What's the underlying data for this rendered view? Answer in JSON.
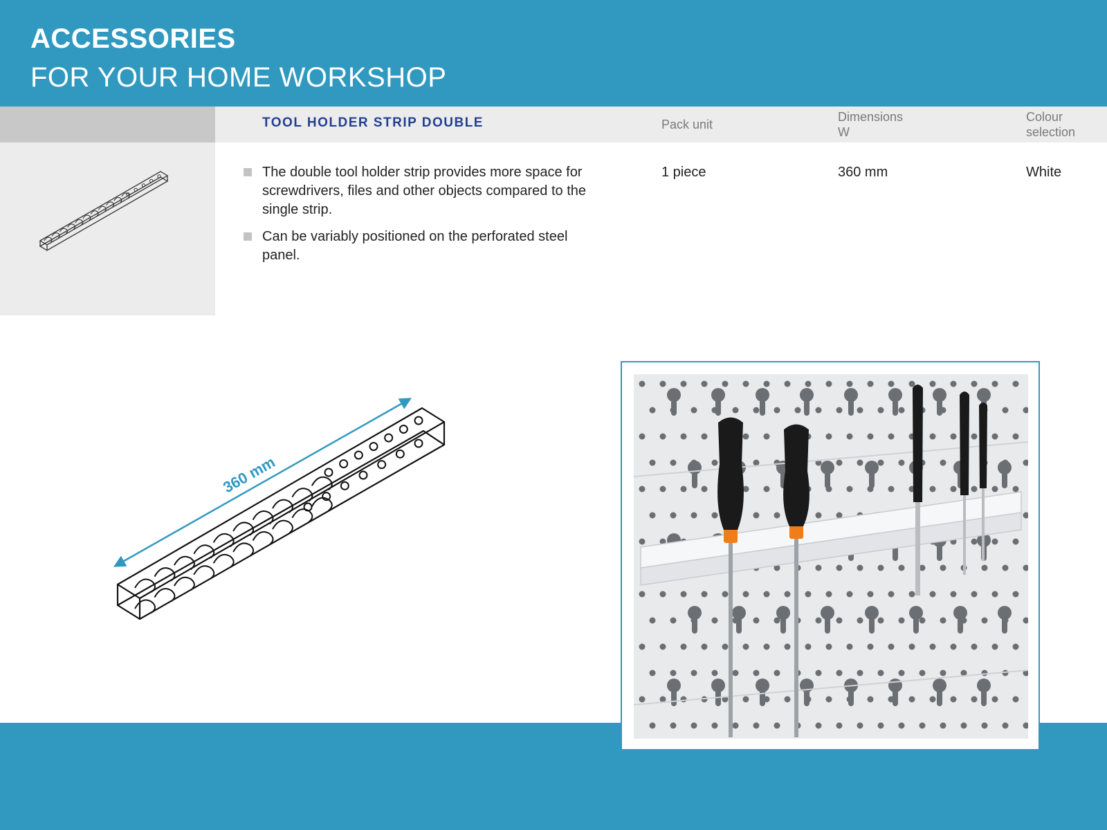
{
  "header": {
    "title": "ACCESSORIES",
    "subtitle": "FOR YOUR HOME WORKSHOP"
  },
  "product": {
    "name": "TOOL HOLDER STRIP DOUBLE",
    "columns": {
      "pack_unit": "Pack unit",
      "dimensions_line1": "Dimensions",
      "dimensions_line2": "W",
      "colour_line1": "Colour",
      "colour_line2": "selection"
    },
    "bullets": [
      "The double tool holder strip provides more space for screwdrivers, files and other objects compared to the single strip.",
      "Can be variably positioned on the perforated steel panel."
    ],
    "values": {
      "pack_unit": "1 piece",
      "dimensions": "360 mm",
      "colour": "White"
    }
  },
  "drawing": {
    "dimension_label": "360 mm"
  },
  "colors": {
    "brand_blue": "#3199c0",
    "title_navy": "#23408e",
    "panel_grey": "#ececec"
  }
}
